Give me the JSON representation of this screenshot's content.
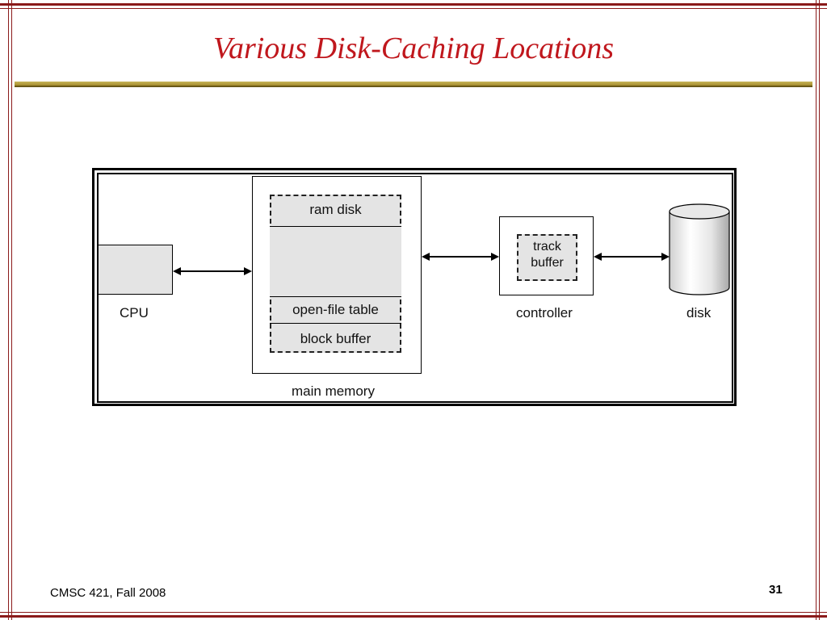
{
  "slide": {
    "title": "Various Disk-Caching Locations",
    "footer_left": "CMSC 421, Fall 2008",
    "page_number": "31"
  },
  "diagram": {
    "cpu_label": "CPU",
    "main_memory_label": "main memory",
    "ram_disk_label": "ram disk",
    "open_file_table_label": "open-file table",
    "block_buffer_label": "block buffer",
    "track_label": "track",
    "buffer_label": "buffer",
    "controller_label": "controller",
    "disk_label": "disk"
  },
  "colors": {
    "title": "#c0171d",
    "frame": "#8a1a1a",
    "rule": "#b8a040",
    "cache_fill": "#e4e4e4"
  }
}
